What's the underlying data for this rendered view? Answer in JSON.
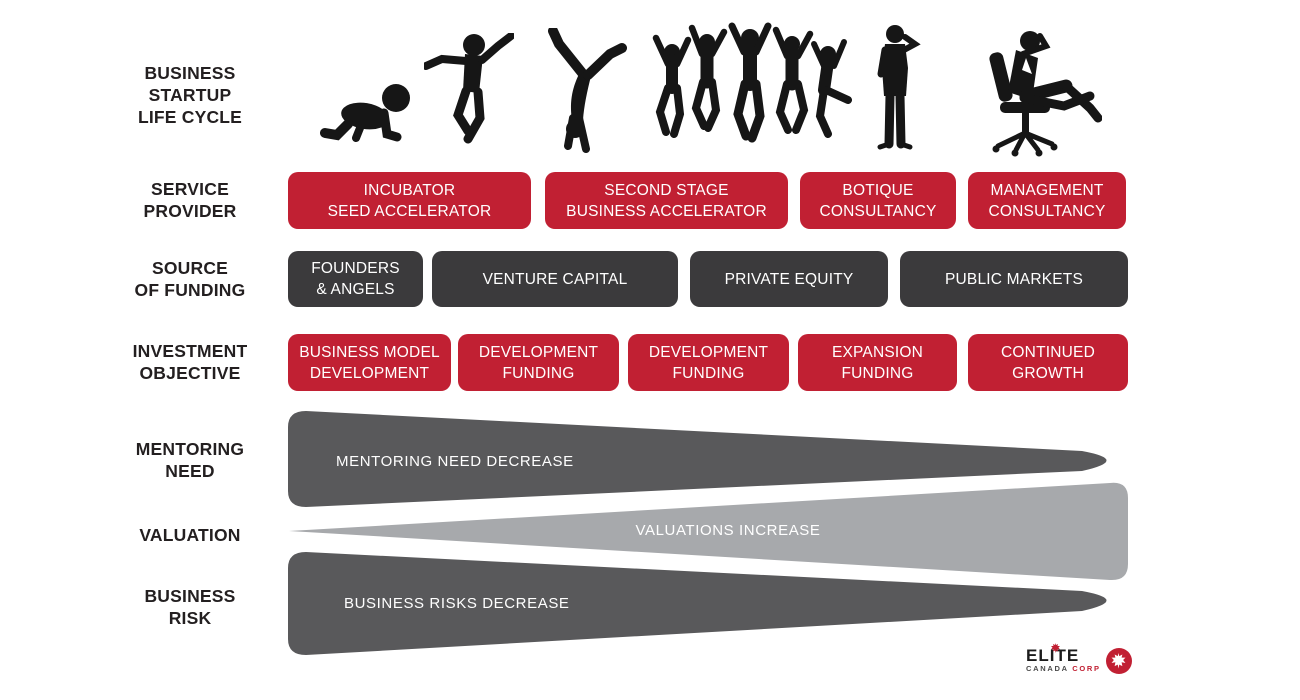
{
  "row_labels": {
    "lifecycle": [
      "BUSINESS",
      "STARTUP",
      "LIFE CYCLE"
    ],
    "service": [
      "SERVICE",
      "PROVIDER"
    ],
    "funding": [
      "SOURCE",
      "OF FUNDING"
    ],
    "investment": [
      "INVESTMENT",
      "OBJECTIVE"
    ],
    "mentoring": [
      "MENTORING",
      "NEED"
    ],
    "valuation": [
      "VALUATION"
    ],
    "risk": [
      "BUSINESS",
      "RISK"
    ]
  },
  "service_boxes": [
    [
      "INCUBATOR",
      "SEED ACCELERATOR"
    ],
    [
      "SECOND STAGE",
      "BUSINESS ACCELERATOR"
    ],
    [
      "BOTIQUE",
      "CONSULTANCY"
    ],
    [
      "MANAGEMENT",
      "CONSULTANCY"
    ]
  ],
  "funding_boxes": [
    [
      "FOUNDERS",
      "& ANGELS"
    ],
    [
      "VENTURE CAPITAL"
    ],
    [
      "PRIVATE EQUITY"
    ],
    [
      "PUBLIC MARKETS"
    ]
  ],
  "investment_boxes": [
    [
      "BUSINESS MODEL",
      "DEVELOPMENT"
    ],
    [
      "DEVELOPMENT",
      "FUNDING"
    ],
    [
      "DEVELOPMENT",
      "FUNDING"
    ],
    [
      "EXPANSION",
      "FUNDING"
    ],
    [
      "CONTINUED",
      "GROWTH"
    ]
  ],
  "arrows": {
    "mentoring": "MENTORING NEED DECREASE",
    "valuation": "VALUATIONS INCREASE",
    "risk": "BUSINESS RISKS DECREASE"
  },
  "icons": {
    "figure1": "crawling-baby",
    "figure2": "jumping-child",
    "figure3": "cartwheel-teen",
    "figure4": "celebrating-group",
    "figure5": "businessman-on-phone",
    "figure6": "executive-in-chair",
    "badge": "maple-leaf"
  },
  "logo": {
    "brand": "ELITE",
    "country": "CANADA",
    "corp": "CORP"
  },
  "colors": {
    "red": "#C12033",
    "dark_gray": "#3B3A3C",
    "arrow_dark": "#59595B",
    "arrow_light": "#A7A9AC",
    "silhouette": "#161616"
  }
}
